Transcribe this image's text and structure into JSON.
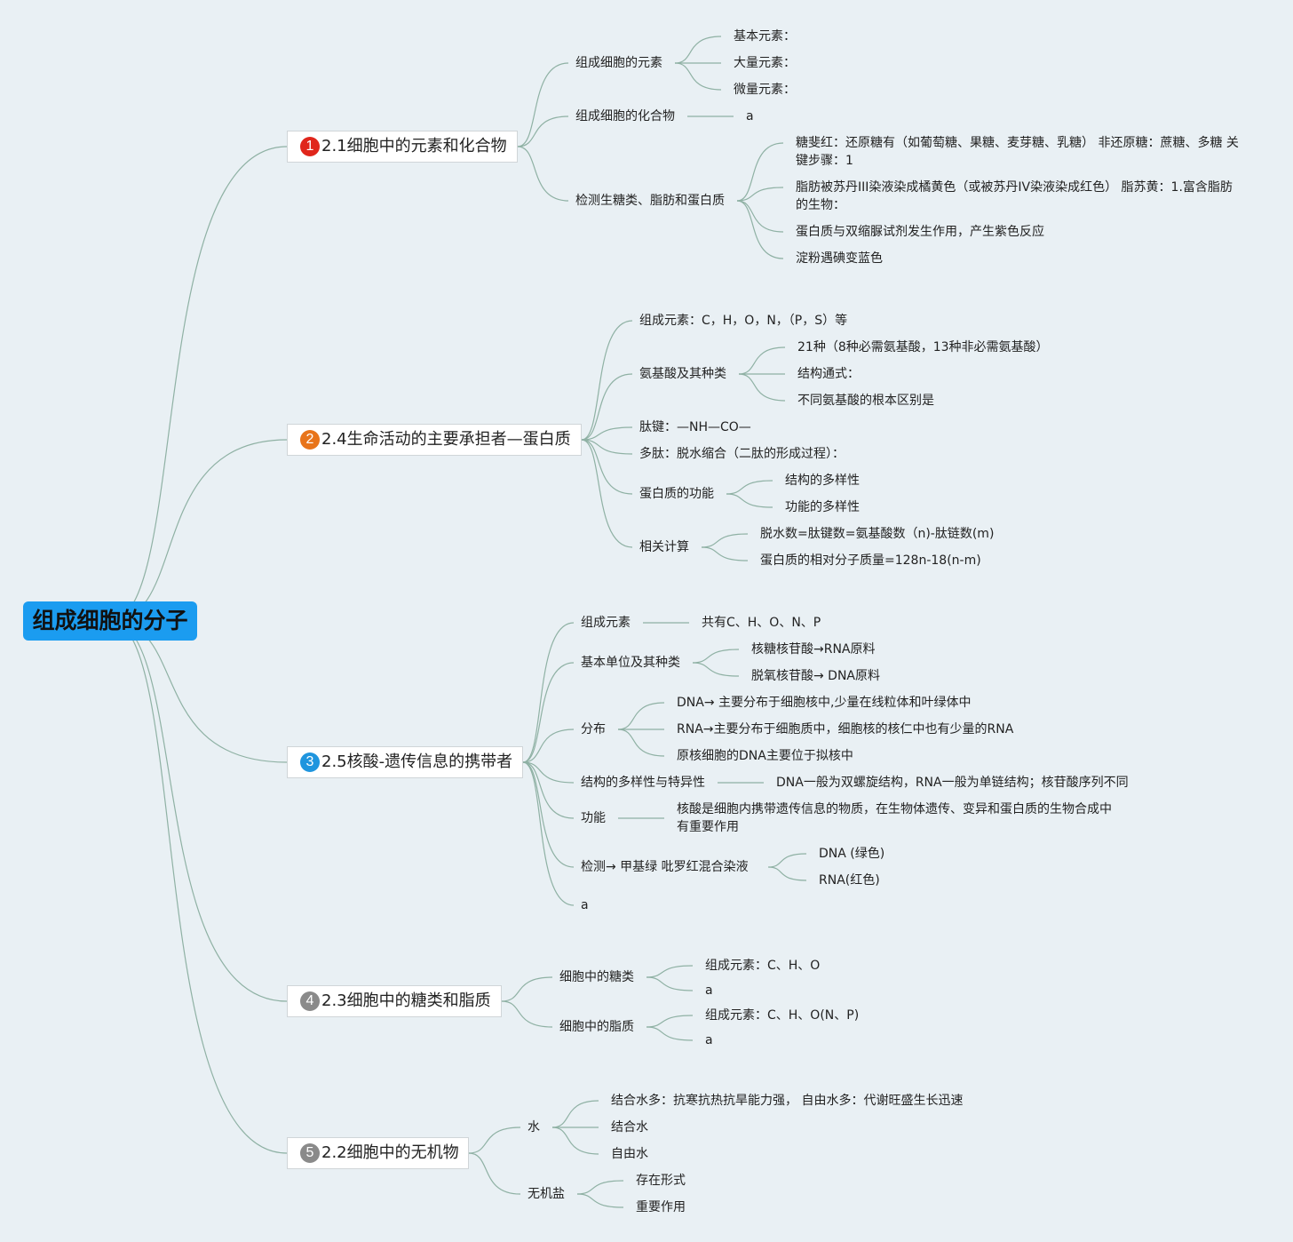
{
  "root": "组成细胞的分子",
  "colors": {
    "root_bg": "#1b9cf0",
    "badge_1": "#e0261c",
    "badge_2": "#e8741a",
    "badge_3": "#1f95de",
    "badge_4": "#8a8a8a",
    "badge_5": "#8a8a8a",
    "link": "#8fb1a4"
  },
  "topics": [
    {
      "num": "1",
      "label": "2.1细胞中的元素和化合物",
      "children": [
        {
          "label": "组成细胞的元素",
          "children": [
            {
              "label": "基本元素："
            },
            {
              "label": "大量元素："
            },
            {
              "label": "微量元素："
            }
          ]
        },
        {
          "label": "组成细胞的化合物",
          "children": [
            {
              "label": "a"
            }
          ]
        },
        {
          "label": "检测生糖类、脂肪和蛋白质",
          "children": [
            {
              "label": "糖斐红：还原糖有（如葡萄糖、果糖、麦芽糖、乳糖） 非还原糖：蔗糖、多糖 关键步骤：1"
            },
            {
              "label": "脂肪被苏丹III染液染成橘黄色（或被苏丹IV染液染成红色） 脂苏黄：1.富含脂肪的生物："
            },
            {
              "label": "蛋白质与双缩脲试剂发生作用，产生紫色反应"
            },
            {
              "label": "淀粉遇碘变蓝色"
            }
          ]
        }
      ]
    },
    {
      "num": "2",
      "label": "2.4生命活动的主要承担者—蛋白质",
      "children": [
        {
          "label": "组成元素：C，H，O，N，（P，S）等"
        },
        {
          "label": "氨基酸及其种类",
          "children": [
            {
              "label": "21种（8种必需氨基酸，13种非必需氨基酸）"
            },
            {
              "label": "结构通式："
            },
            {
              "label": "不同氨基酸的根本区别是"
            }
          ]
        },
        {
          "label": "肽键：—NH—CO—"
        },
        {
          "label": "多肽：脱水缩合（二肽的形成过程）："
        },
        {
          "label": "蛋白质的功能",
          "children": [
            {
              "label": "结构的多样性"
            },
            {
              "label": "功能的多样性"
            }
          ]
        },
        {
          "label": "相关计算",
          "children": [
            {
              "label": "脱水数=肽键数=氨基酸数（n)-肽链数(m)"
            },
            {
              "label": "蛋白质的相对分子质量=128n-18(n-m)"
            }
          ]
        }
      ]
    },
    {
      "num": "3",
      "label": "2.5核酸-遗传信息的携带者",
      "children": [
        {
          "label": "组成元素",
          "children": [
            {
              "label": "共有C、H、O、N、P"
            }
          ]
        },
        {
          "label": "基本单位及其种类",
          "children": [
            {
              "label": "核糖核苷酸→RNA原料"
            },
            {
              "label": "脱氧核苷酸→ DNA原料"
            }
          ]
        },
        {
          "label": "分布",
          "children": [
            {
              "label": "DNA→ 主要分布于细胞核中,少量在线粒体和叶绿体中"
            },
            {
              "label": "RNA→主要分布于细胞质中，细胞核的核仁中也有少量的RNA"
            },
            {
              "label": "原核细胞的DNA主要位于拟核中"
            }
          ]
        },
        {
          "label": "结构的多样性与特异性",
          "children": [
            {
              "label": "DNA一般为双螺旋结构，RNA一般为单链结构；核苷酸序列不同"
            }
          ]
        },
        {
          "label": "功能",
          "children": [
            {
              "label": "核酸是细胞内携带遗传信息的物质，在生物体遗传、变异和蛋白质的生物合成中有重要作用"
            }
          ]
        },
        {
          "label": "检测→ 甲基绿 吡罗红混合染液",
          "children": [
            {
              "label": "DNA (绿色)"
            },
            {
              "label": "RNA(红色)"
            }
          ]
        },
        {
          "label": "a"
        }
      ]
    },
    {
      "num": "4",
      "label": "2.3细胞中的糖类和脂质",
      "children": [
        {
          "label": "细胞中的糖类",
          "children": [
            {
              "label": "组成元素：C、H、O"
            },
            {
              "label": "a"
            }
          ]
        },
        {
          "label": "细胞中的脂质",
          "children": [
            {
              "label": "组成元素：C、H、O(N、P)"
            },
            {
              "label": "a"
            }
          ]
        }
      ]
    },
    {
      "num": "5",
      "label": "2.2细胞中的无机物",
      "children": [
        {
          "label": "水",
          "children": [
            {
              "label": "结合水多：抗寒抗热抗旱能力强， 自由水多：代谢旺盛生长迅速"
            },
            {
              "label": "结合水"
            },
            {
              "label": "自由水"
            }
          ]
        },
        {
          "label": "无机盐",
          "children": [
            {
              "label": "存在形式"
            },
            {
              "label": "重要作用"
            }
          ]
        }
      ]
    }
  ]
}
